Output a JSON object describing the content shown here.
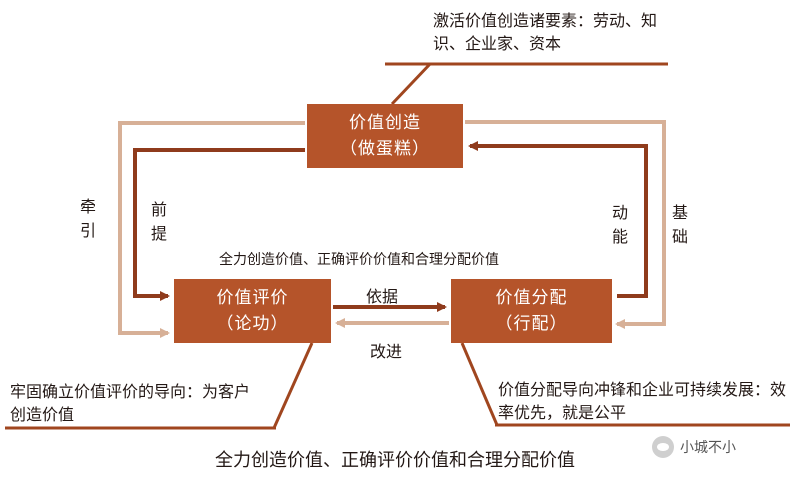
{
  "top_note": "激活价值创造诸要素：劳动、知识、企业家、资本",
  "boxes": {
    "create": {
      "line1": "价值创造",
      "line2": "（做蛋糕）"
    },
    "eval": {
      "line1": "价值评价",
      "line2": "（论功）"
    },
    "dist": {
      "line1": "价值分配",
      "line2": "（行配）"
    }
  },
  "labels": {
    "lead": "牵引",
    "premise": "前提",
    "motive": "动能",
    "foundation": "基础",
    "basis": "依据",
    "improve": "改进"
  },
  "center_top": "全力创造价值、正确评价价值和合理分配价值",
  "left_note": "牢固确立价值评价的导向：为客户创造价值",
  "right_note": "价值分配导向冲锋和企业可持续发展：效率优先，就是公平",
  "bottom_caption": "全力创造价值、正确评价价值和合理分配价值",
  "watermark": "小城不小",
  "colors": {
    "box": "#b5542a",
    "dark_arrow": "#8f3b1c",
    "light_arrow": "#d7b097",
    "line": "#a0461f"
  }
}
